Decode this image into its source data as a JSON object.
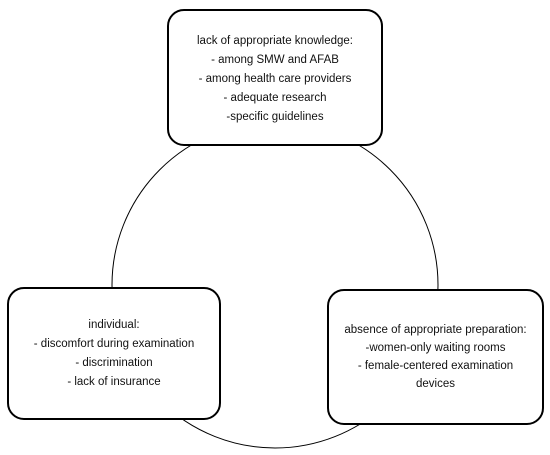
{
  "diagram": {
    "top_box": {
      "title": "lack of appropriate knowledge:",
      "items": [
        "- among SMW and AFAB",
        "- among health care providers",
        "- adequate research",
        "-specific guidelines"
      ]
    },
    "left_box": {
      "title": "individual:",
      "items": [
        "- discomfort during examination",
        "- discrimination",
        "- lack of insurance"
      ]
    },
    "right_box": {
      "title": "absence of appropriate preparation:",
      "items": [
        "-women-only waiting rooms",
        "- female-centered examination devices"
      ]
    }
  }
}
